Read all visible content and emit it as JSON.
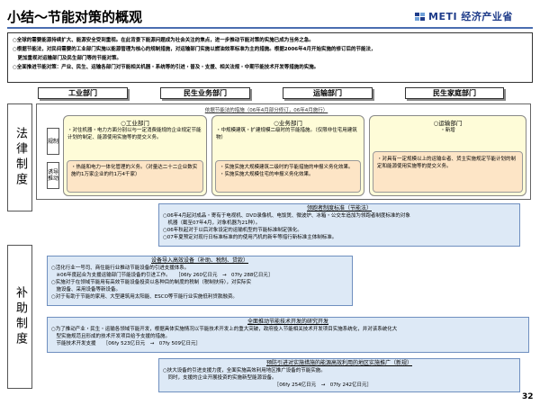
{
  "header": {
    "title": "小结～节能对策的概观",
    "logo_text": "METI 经济产业省"
  },
  "summary": {
    "lines": [
      "○全球的需要能源持续扩大、能源安全受到重视。在此背景下能源问题成为社会关注的焦点，进一步推动节能对策的实施已成为当务之急。",
      "○根据节能法，对民间需要的工业部门实施以能源管理为核心的规制措施，对运输部门实施以燃油效率标准为主的措施。根据2006年4月开始实施的修订后的节能法，",
      "　更加重视对运输部门及民生部门等的节能对策。",
      "○全面推进节能对策：产业、民生、运输各部门对节能相关机器・系统等的引进・普及・支援、相关法规・中期节能技术开发等措施的实施。"
    ]
  },
  "tabs": {
    "industry": "工业部门",
    "business": "民生业务部门",
    "transport": "运输部门",
    "household": "民生家庭部门"
  },
  "side_labels": {
    "law": "法律制度",
    "subsidy": "补助制度"
  },
  "law": {
    "top_caption": "依据节能法的措施（06年4月部分修订，06年4月施行）",
    "sub_label_top": "规制",
    "sub_label_bottom": "诱导推动",
    "industry_box": {
      "title": "○工业部门",
      "text": "・对住机器・电力方面分别以与一定消费能规的企业规定节能计划的制定、能源使用实施等的提交义务。"
    },
    "business_box": {
      "title": "○业务部门",
      "text": "・中规模建筑・扩建规模二级时的节能措施。（仅限非住宅用建筑物）"
    },
    "transport_box": {
      "title": "○运输部门",
      "text": "・新增"
    },
    "industry_low": "・热能和电力一体化管理的义务。（对量达二十二企业数实施约1万家企业的约1万4千家）",
    "business_low": "・实施实施大规模建筑二级时的节能措施的申报义务化效果。\n・实施实施大规模住宅的申报义务化效果。",
    "transport_low": "・对具有一定规模以上的运输业者、货主实施规定节能计划的制定和能源使用实施等的提交义务。",
    "standard_title": "领跑者制度标准（节能法）",
    "standard_lines": [
      "○06年4月起对成品・寄有于电视机、DVD录像机、电饭煲、微波炉、冰箱・公交车追加为领跑者制度标准的对象",
      "　机器（截至07年4月，对象机器为21种）。",
      "○06年秋起对于以后对象设定的运输机型的节能标准制定强化。",
      "○07年夏预定对现行日标准标准的的使用汽机的新年等措行新标准主体制标准。"
    ]
  },
  "subsidy": {
    "panel1_title": "设备导入高效设备（补助、税制、贷款）",
    "panel1_lines": [
      "○活化行业一号司、商住能行业推动节能设备的引进支援体系。",
      "　※06年度起合为支援运输部门节能设备的引进工作。　　［06fy 260亿日元　→　07fy 288亿日元］",
      "○实施对于在领域节能用有高效节能设备投资以各种目的制度的税制（税制扶持），对实际实",
      "　施设备、采用设备等新设备。",
      "○对于有助于节能的家用、大型建筑用太阳能、ESCO等节能行业实施低利贷款融资。"
    ],
    "panel2_title": "全面推动节能技术开发的研究开发",
    "panel2_lines": [
      "○为了推动产业・民生・运输各领域节能开发，根据具体实施情况以节能技术开发上的重大突破，政府投入节能相关技术开发项目实施系统化，并对该系统化大",
      "　型实施规范且形成的技术开发项目给予支援的措施。",
      "　节能技术开发支援　　［06fy 523亿日元　→　07fy 509亿日元］"
    ],
    "panel3_title": "预防引进对实施措施的能源高效利用的地区实施推广（新规）",
    "panel3_lines": [
      "○扶大设备的引进支援力度，全面实施高效利用地区推广设备的节能实施。",
      "　同时，支援的企业开展投资的实施新型能源设备。",
      "　　　　　　　　　　　　　　　　　　　　　　　［06fy 254亿日元　→　07fy 242亿日元］"
    ]
  },
  "page_number": "32",
  "colors": {
    "accent": "#4a6db0",
    "yellow_box": "#fefcd8",
    "peach_box": "#fde5c6",
    "blue_panel": "#dde9f6"
  }
}
